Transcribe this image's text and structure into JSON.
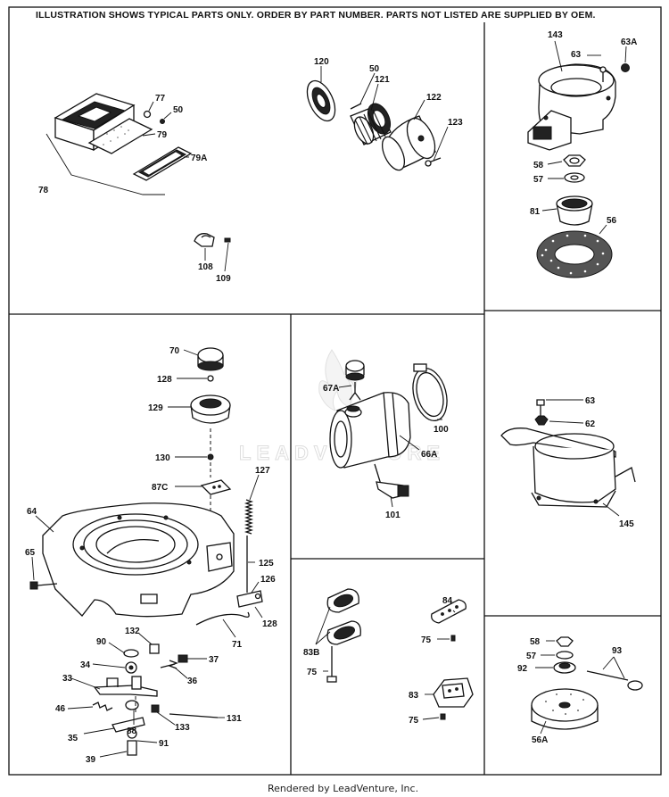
{
  "header_note": "ILLUSTRATION SHOWS TYPICAL PARTS ONLY. ORDER BY PART NUMBER. PARTS NOT LISTED ARE SUPPLIED BY OEM.",
  "watermark": "LEADVENTURE",
  "footer": "Rendered by LeadVenture, Inc.",
  "labels": {
    "p77": "77",
    "p50a": "50",
    "p79": "79",
    "p79A": "79A",
    "p78": "78",
    "p108": "108",
    "p109": "109",
    "p120": "120",
    "p50b": "50",
    "p121": "121",
    "p122": "122",
    "p123": "123",
    "p143": "143",
    "p63a": "63",
    "p63A": "63A",
    "p58a": "58",
    "p57a": "57",
    "p81": "81",
    "p56": "56",
    "p70": "70",
    "p128a": "128",
    "p129": "129",
    "p130": "130",
    "p87C": "87C",
    "p127": "127",
    "p64": "64",
    "p65": "65",
    "p125": "125",
    "p126": "126",
    "p128b": "128",
    "p71": "71",
    "p132": "132",
    "p90": "90",
    "p37": "37",
    "p34": "34",
    "p36": "36",
    "p33": "33",
    "p46": "46",
    "p88": "88",
    "p133": "133",
    "p131": "131",
    "p35": "35",
    "p91": "91",
    "p39": "39",
    "p67A": "67A",
    "p100": "100",
    "p66A": "66A",
    "p101": "101",
    "p84": "84",
    "p83B": "83B",
    "p75a": "75",
    "p75b": "75",
    "p83": "83",
    "p75c": "75",
    "p63b": "63",
    "p62": "62",
    "p145": "145",
    "p58b": "58",
    "p57b": "57",
    "p93": "93",
    "p92": "92",
    "p56A": "56A"
  }
}
